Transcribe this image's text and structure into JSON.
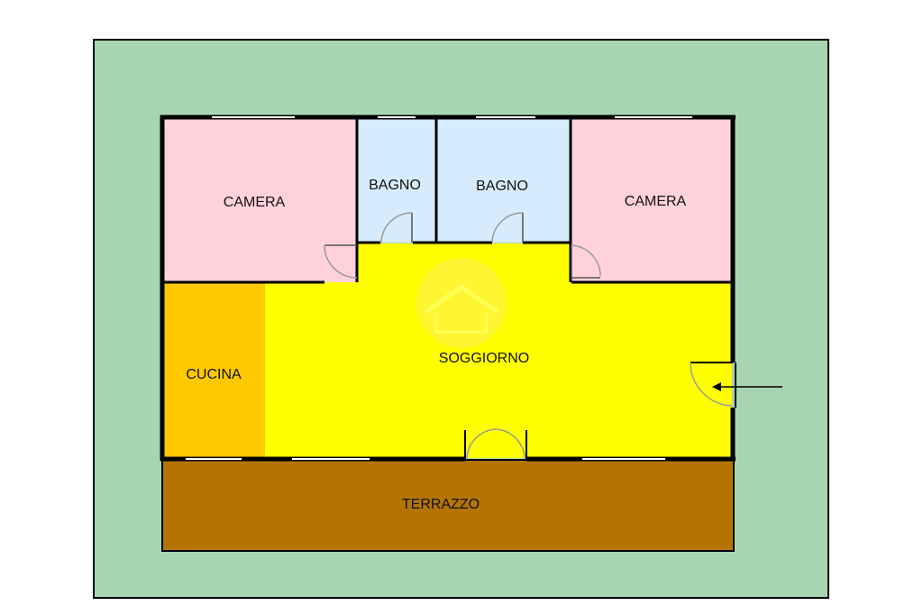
{
  "plan": {
    "rooms": {
      "camera_left": "CAMERA",
      "bagno_left": "BAGNO",
      "bagno_right": "BAGNO",
      "camera_right": "CAMERA",
      "cucina": "CUCINA",
      "soggiorno": "SOGGIORNO",
      "terrazzo": "TERRAZZO"
    },
    "colors": {
      "garden": "#a8d5b1",
      "bedroom": "#ffd1dc",
      "bathroom": "#d6ebfb",
      "kitchen": "#ffc800",
      "living": "#ffff00",
      "terrace": "#b37400",
      "wall": "#000000",
      "door": "#9a9a9a"
    },
    "icons": {
      "watermark": "house-logo-icon",
      "entrance": "arrow-left-icon"
    }
  }
}
